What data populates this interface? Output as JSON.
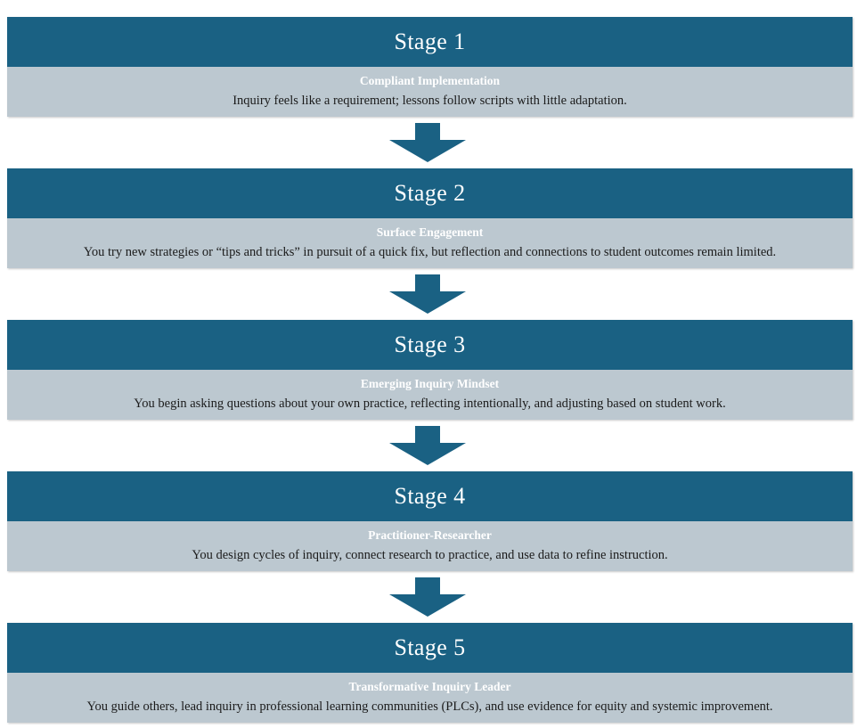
{
  "diagram": {
    "type": "vertical-flowchart",
    "orientation": "top-to-bottom",
    "connector_icon": "arrow-down-icon",
    "colors": {
      "header_background": "#1a6183",
      "header_text": "#ffffff",
      "body_background": "#bcc8d0",
      "subtitle_text": "#ffffff",
      "description_text": "#1b1b1b",
      "arrow": "#1a6183",
      "page_background": "#ffffff"
    },
    "stages": [
      {
        "title": "Stage 1",
        "subtitle": "Compliant Implementation",
        "description": "Inquiry feels like a requirement; lessons follow scripts with little adaptation."
      },
      {
        "title": "Stage 2",
        "subtitle": "Surface Engagement",
        "description": "You try new strategies or “tips and tricks” in pursuit of a quick fix, but reflection and connections to student outcomes remain limited."
      },
      {
        "title": "Stage 3",
        "subtitle": "Emerging Inquiry Mindset",
        "description": "You begin asking questions about your own practice, reflecting intentionally, and adjusting based on student work."
      },
      {
        "title": "Stage 4",
        "subtitle": "Practitioner-Researcher",
        "description": "You design cycles of inquiry, connect research to practice, and use data to refine instruction."
      },
      {
        "title": "Stage 5",
        "subtitle": "Transformative Inquiry Leader",
        "description": "You guide others, lead inquiry in professional learning communities (PLCs), and use evidence for equity and systemic improvement."
      }
    ]
  }
}
